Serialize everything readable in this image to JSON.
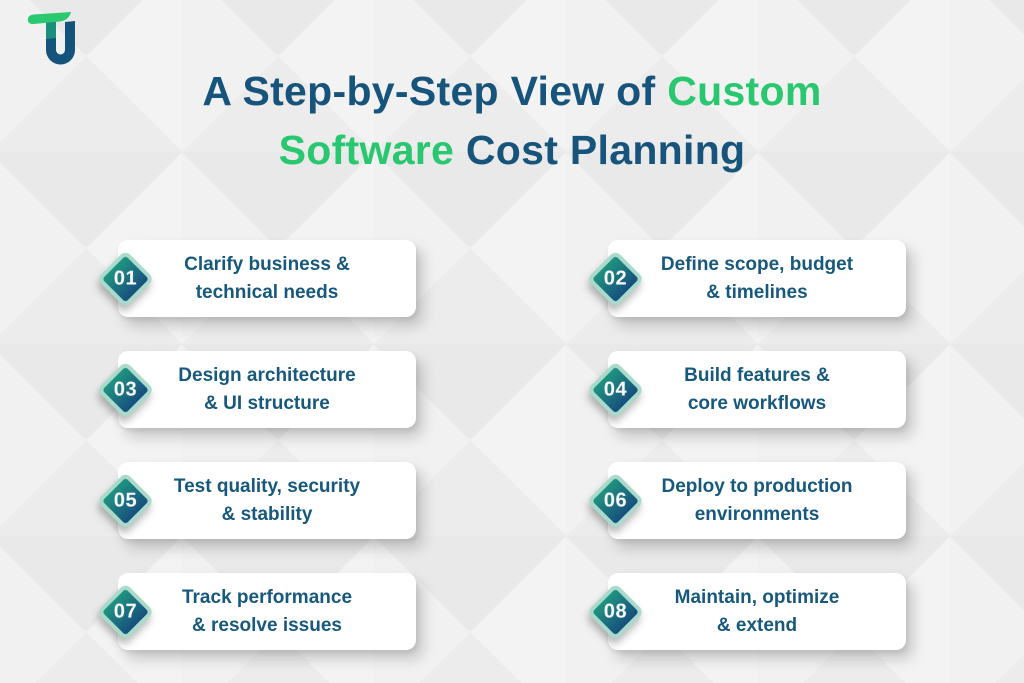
{
  "page": {
    "background": "#eeeeee"
  },
  "logo": {
    "name": "tu-logo",
    "green": "#2bc96f",
    "teal": "#1b8f7c",
    "navy": "#14537c"
  },
  "title": {
    "line1_dark": "A Step-by-Step View of",
    "line1_green": "Custom",
    "line2_green": "Software",
    "line2_dark": "Cost Planning",
    "dark_color": "#17547b",
    "green_color": "#29c76f"
  },
  "steps": [
    {
      "number": "01",
      "label": "Clarify business &\ntechnical needs"
    },
    {
      "number": "02",
      "label": "Define scope, budget\n& timelines"
    },
    {
      "number": "03",
      "label": "Design architecture\n& UI structure"
    },
    {
      "number": "04",
      "label": "Build features &\ncore workflows"
    },
    {
      "number": "05",
      "label": "Test quality, security\n& stability"
    },
    {
      "number": "06",
      "label": "Deploy to production\nenvironments"
    },
    {
      "number": "07",
      "label": "Track performance\n& resolve issues"
    },
    {
      "number": "08",
      "label": "Maintain, optimize\n& extend"
    }
  ],
  "colors": {
    "diamond_border": "#a9dacb",
    "diamond_gradient_start": "#1f9480",
    "diamond_gradient_end": "#174f7e",
    "card_text": "#17587d",
    "card_bg": "#ffffff"
  }
}
